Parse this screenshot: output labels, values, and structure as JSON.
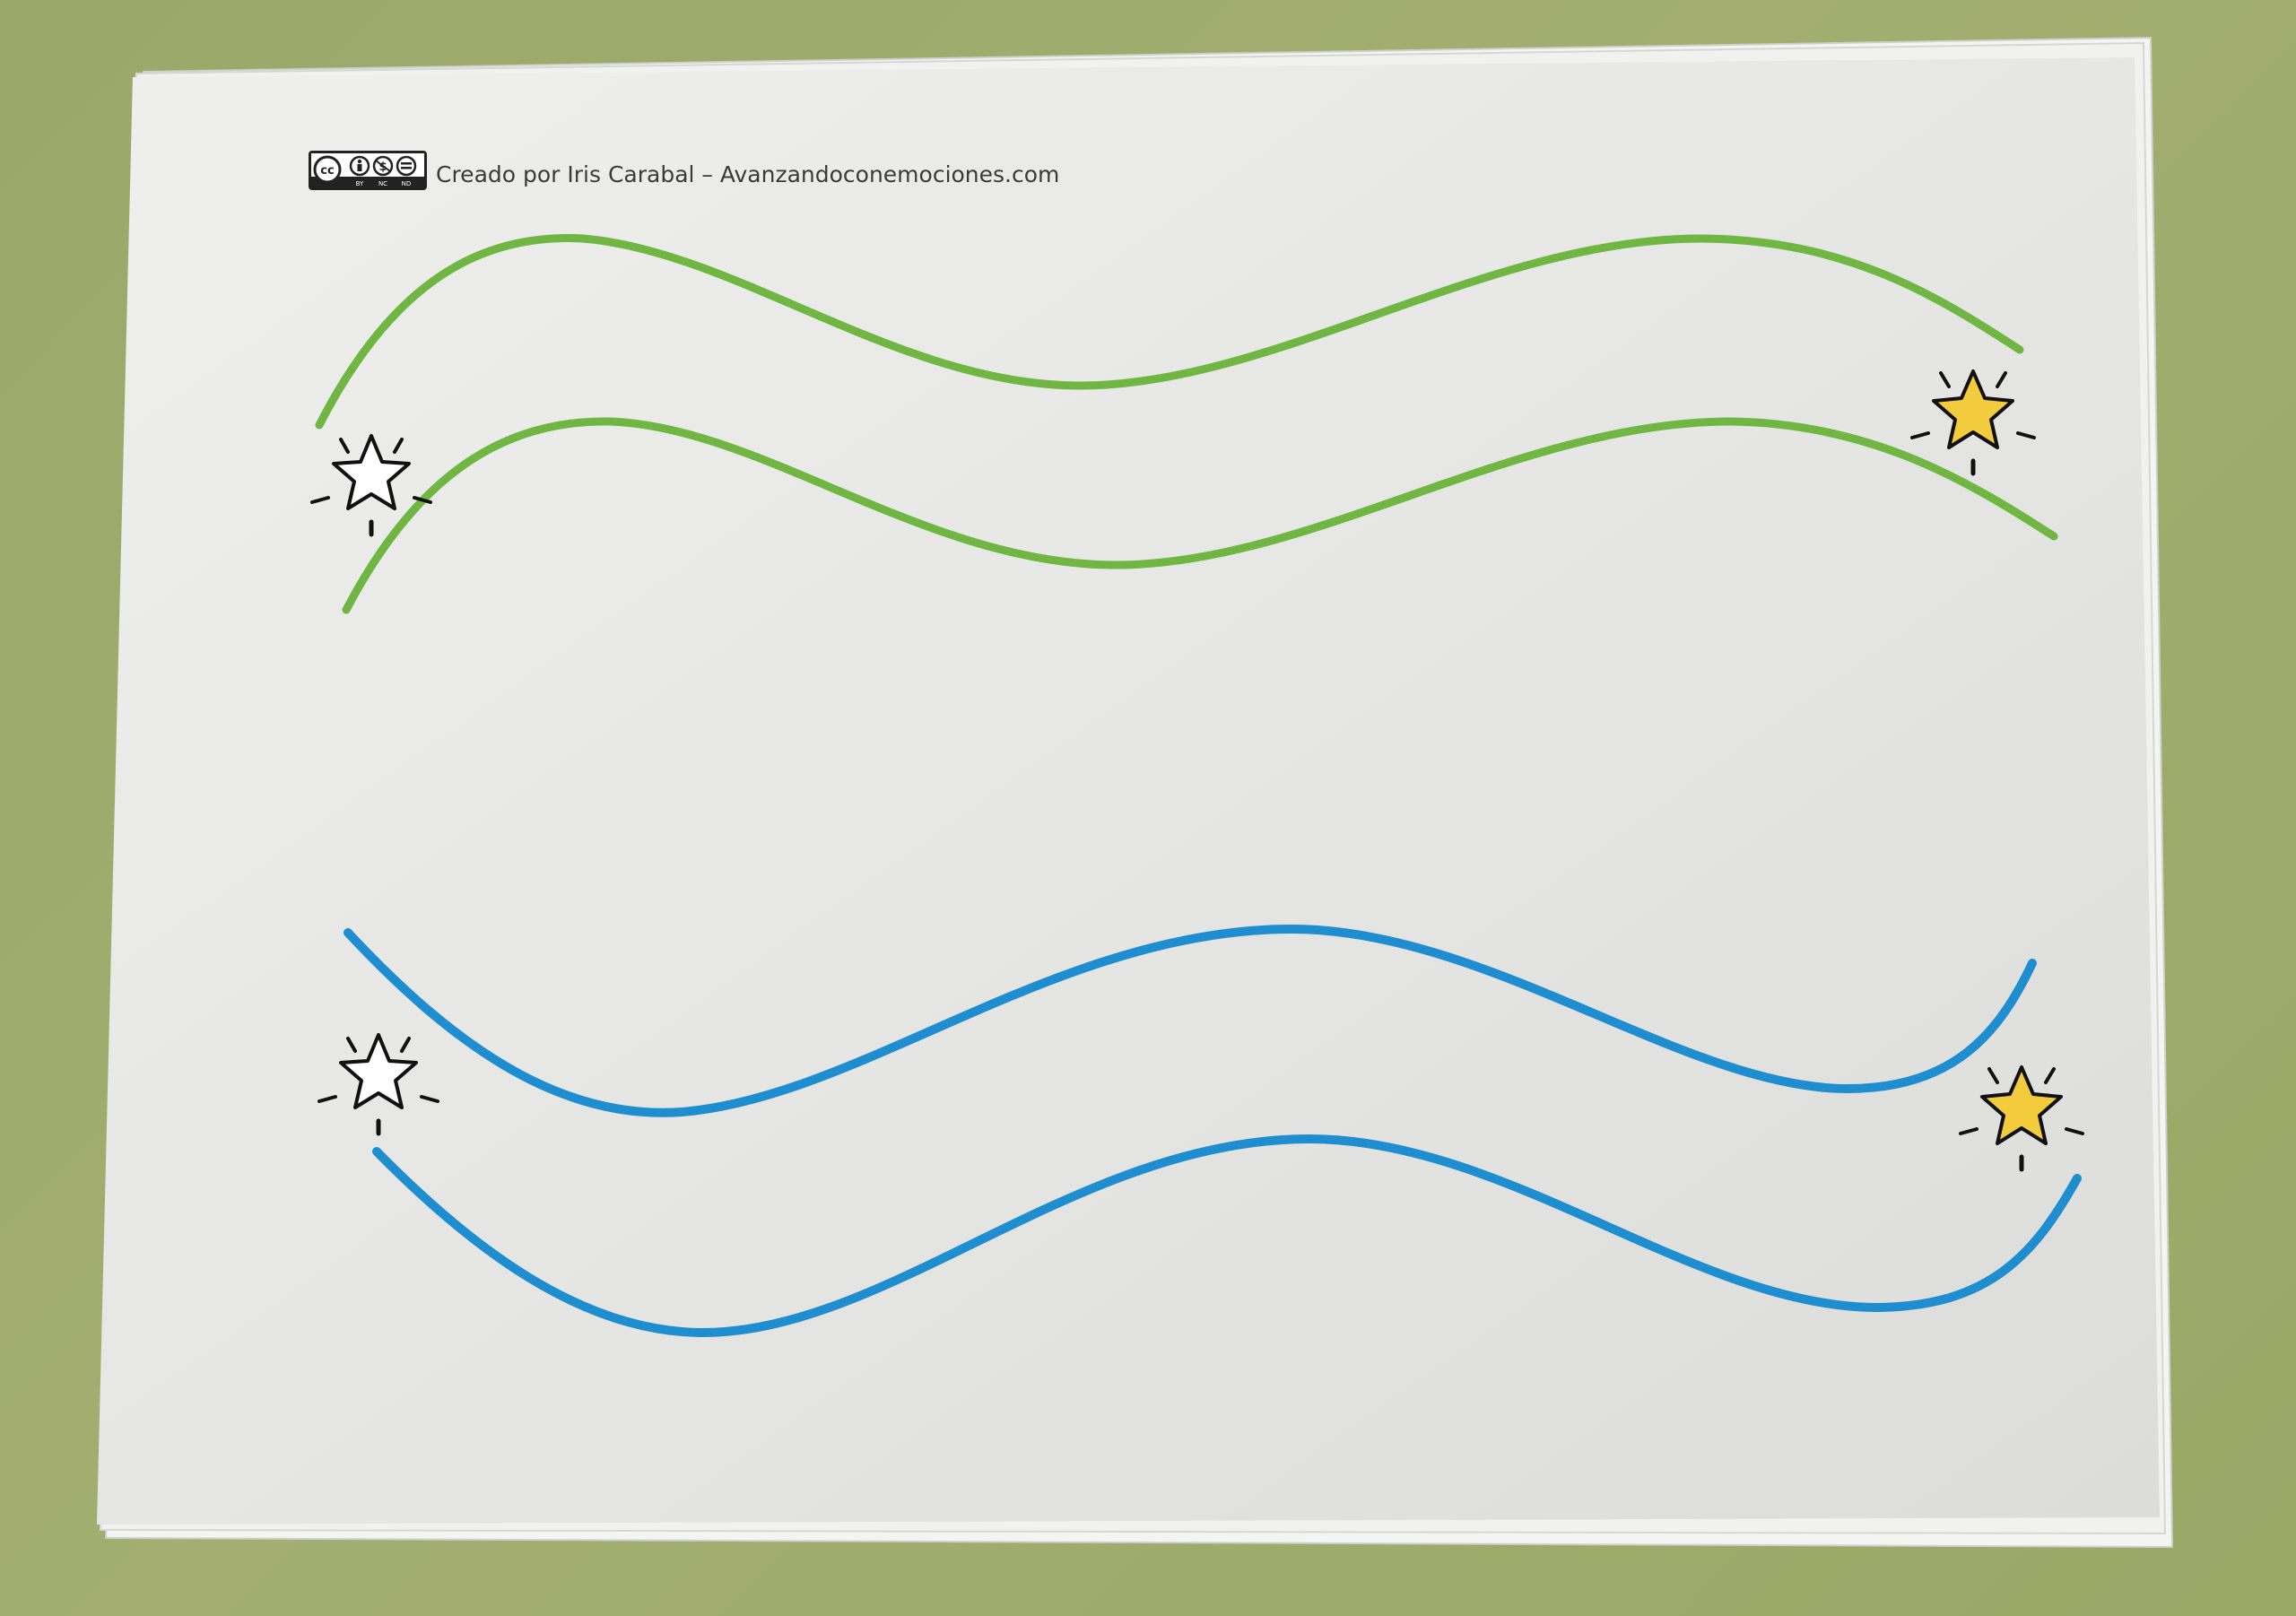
{
  "photo": {
    "subject": "worksheet",
    "background_color": "#9ea96a",
    "paper_color": "#ececea"
  },
  "license_badge": {
    "icon": "cc-by-nc-nd-icon",
    "label_cc": "cc",
    "tags": [
      "BY",
      "NC",
      "ND"
    ]
  },
  "credit": {
    "text": "Creado por Iris Carabal – Avanzandoconemociones.com"
  },
  "tracks": [
    {
      "name": "green-track",
      "color": "#6fb742"
    },
    {
      "name": "blue-track",
      "color": "#1f8ed0"
    }
  ],
  "stars": {
    "start_icon": "outline-star-icon",
    "end_icon": "yellow-star-icon",
    "fill_color": "#f2cc3c"
  }
}
